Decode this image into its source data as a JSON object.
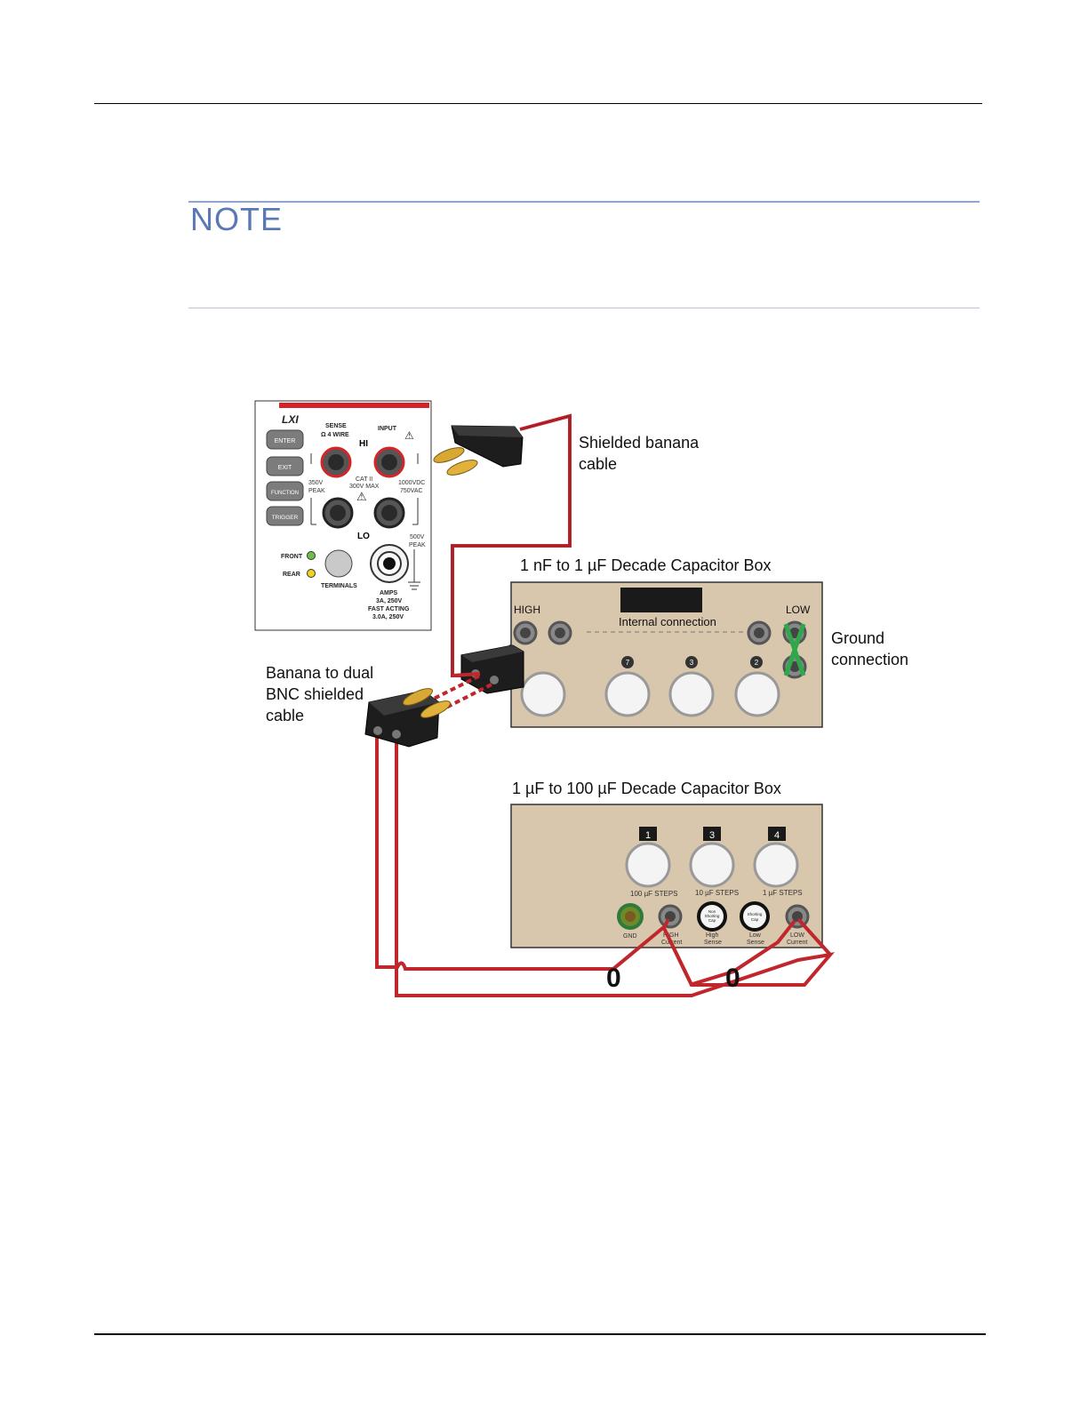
{
  "note": {
    "title": "NOTE"
  },
  "front_panel": {
    "logo": "LXI",
    "sense_label": "SENSE",
    "sense_sub": "Ω 4 WIRE",
    "input_label": "INPUT",
    "hi_label": "HI",
    "lo_label": "LO",
    "buttons": [
      "ENTER",
      "EXIT",
      "FUNCTION",
      "TRIGGER"
    ],
    "rating_350v": "350V",
    "rating_peak": "PEAK",
    "cat_line1": "CAT II",
    "cat_line2": "300V MAX",
    "rating_1000vdc": "1000VDC",
    "rating_750vac": "750VAC",
    "rating_500v": "500V",
    "rating_peak2": "PEAK",
    "front_label": "FRONT",
    "rear_label": "REAR",
    "terminals_label": "TERMINALS",
    "amps_label": "AMPS",
    "amps_line1": "3A, 250V",
    "amps_line2": "FAST ACTING",
    "amps_line3": "3.0A, 250V"
  },
  "callouts": {
    "shielded_banana": [
      "Shielded banana",
      "cable"
    ],
    "banana_dual_bnc": [
      "Banana to dual",
      "BNC shielded",
      "cable"
    ],
    "ground_connection": [
      "Ground",
      "connection"
    ]
  },
  "box1": {
    "title": "1 nF to 1 µF Decade Capacitor Box",
    "high_label": "HIGH",
    "low_label": "LOW",
    "internal_label": "Internal connection",
    "knob_numbers": [
      "7",
      "3",
      "2"
    ]
  },
  "box2": {
    "title": "1 µF to 100 µF Decade Capacitor Box",
    "knob_numbers": [
      "1",
      "3",
      "4"
    ],
    "steps": [
      "100 µF STEPS",
      "10 µF STEPS",
      "1 µF STEPS"
    ],
    "gnd_label": "GND",
    "high_current": [
      "HIGH",
      "Current"
    ],
    "high_sense": [
      "High",
      "Sense"
    ],
    "low_sense": [
      "Low",
      "Sense"
    ],
    "low_current": [
      "LOW",
      "Current"
    ],
    "cap_non_shorting": [
      "Non",
      "Shorting",
      "Cap"
    ],
    "cap_shorting": [
      "Shorting",
      "Cap"
    ]
  },
  "ferrite_marks": [
    "0",
    "0"
  ],
  "colors": {
    "cable": "#c0272d",
    "box_face": "#d8c6ad",
    "note_blue": "#5a78b4"
  }
}
